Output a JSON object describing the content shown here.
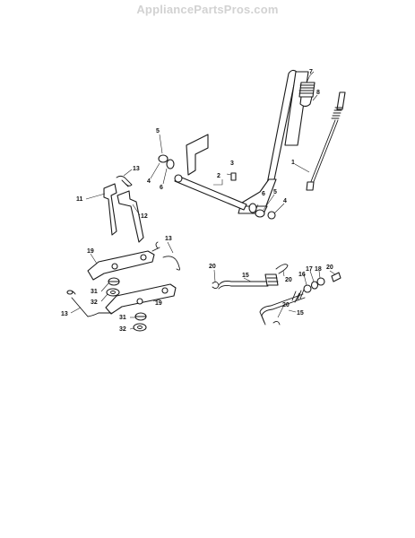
{
  "watermark": "AppliancePartsPros.com",
  "callouts": [
    {
      "id": "c1",
      "text": "1"
    },
    {
      "id": "c2",
      "text": "2"
    },
    {
      "id": "c3",
      "text": "3"
    },
    {
      "id": "c4a",
      "text": "4"
    },
    {
      "id": "c4b",
      "text": "4"
    },
    {
      "id": "c5a",
      "text": "5"
    },
    {
      "id": "c5b",
      "text": "5"
    },
    {
      "id": "c6a",
      "text": "6"
    },
    {
      "id": "c6b",
      "text": "6"
    },
    {
      "id": "c7",
      "text": "7"
    },
    {
      "id": "c8",
      "text": "8"
    },
    {
      "id": "c11",
      "text": "11"
    },
    {
      "id": "c12",
      "text": "12"
    },
    {
      "id": "c13a",
      "text": "13"
    },
    {
      "id": "c13b",
      "text": "13"
    },
    {
      "id": "c13c",
      "text": "13"
    },
    {
      "id": "c15a",
      "text": "15"
    },
    {
      "id": "c15b",
      "text": "15"
    },
    {
      "id": "c16",
      "text": "16"
    },
    {
      "id": "c17",
      "text": "17"
    },
    {
      "id": "c18",
      "text": "18"
    },
    {
      "id": "c19a",
      "text": "19"
    },
    {
      "id": "c19b",
      "text": "19"
    },
    {
      "id": "c20a",
      "text": "20"
    },
    {
      "id": "c20b",
      "text": "20"
    },
    {
      "id": "c20c",
      "text": "20"
    },
    {
      "id": "c20d",
      "text": "20"
    },
    {
      "id": "c31a",
      "text": "31"
    },
    {
      "id": "c31b",
      "text": "31"
    },
    {
      "id": "c32a",
      "text": "32"
    },
    {
      "id": "c32b",
      "text": "32"
    }
  ]
}
